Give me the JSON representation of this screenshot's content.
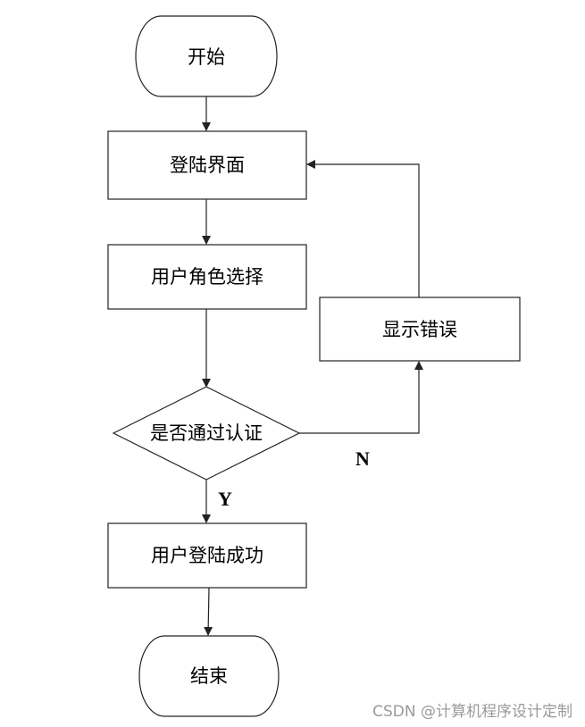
{
  "nodes": {
    "start": "开始",
    "login_page": "登陆界面",
    "role_select": "用户角色选择",
    "auth_check": "是否通过认证",
    "show_error": "显示错误",
    "login_success": "用户登陆成功",
    "end": "结束"
  },
  "edges": {
    "yes": "Y",
    "no": "N"
  },
  "watermark": "CSDN @计算机程序设计定制",
  "colors": {
    "stroke": "#222222",
    "text": "#000000",
    "watermark": "#9a9a9a"
  }
}
